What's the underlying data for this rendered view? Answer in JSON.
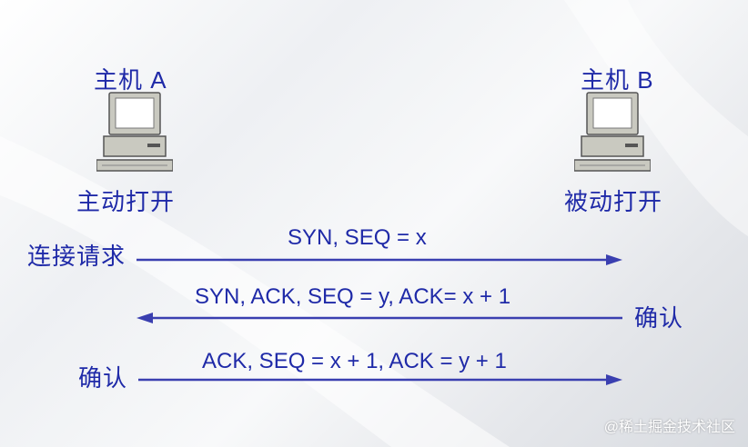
{
  "host_a": {
    "name": "主机 A",
    "action": "主动打开"
  },
  "host_b": {
    "name": "主机 B",
    "action": "被动打开"
  },
  "messages": [
    {
      "text": "SYN, SEQ = x",
      "side_label": "连接请求",
      "direction": "a-to-b"
    },
    {
      "text": "SYN, ACK, SEQ = y, ACK= x + 1",
      "side_label": "确认",
      "direction": "b-to-a"
    },
    {
      "text": "ACK, SEQ = x + 1, ACK = y + 1",
      "side_label": "确认",
      "direction": "a-to-b"
    }
  ],
  "icons": {
    "host_a": "computer-icon",
    "host_b": "computer-icon"
  },
  "colors": {
    "text": "#1f2aa8",
    "arrow": "#3a3fb0"
  },
  "watermark": "@稀土掘金技术社区"
}
